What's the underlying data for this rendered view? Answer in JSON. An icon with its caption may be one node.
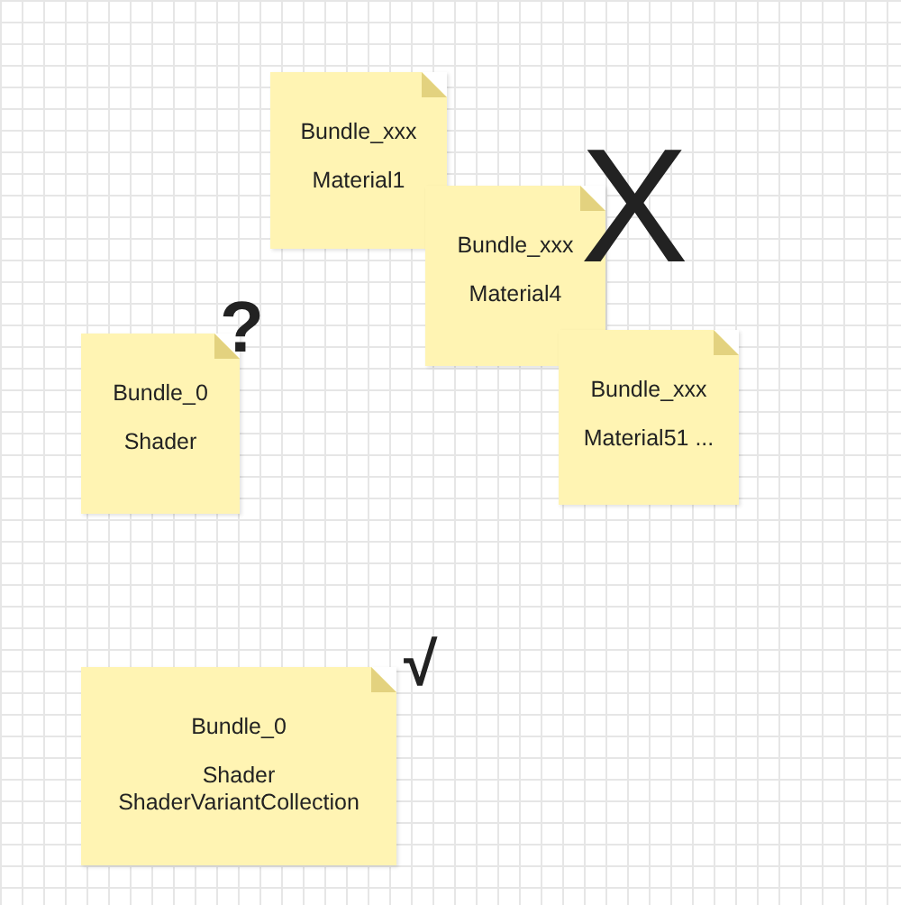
{
  "diagram": {
    "nodes": [
      {
        "text": [
          "Bundle_xxx",
          "Material1"
        ]
      },
      {
        "text": [
          "Bundle_xxx",
          "Material4"
        ]
      },
      {
        "text": [
          "Bundle_xxx",
          "Material51 ..."
        ]
      },
      {
        "text": [
          "Bundle_0",
          "Shader"
        ],
        "beside": [
          "?"
        ]
      },
      {
        "text": [
          "Bundle_0",
          "Shader ShaderVariantCollection"
        ],
        "beside": [
          "√"
        ]
      }
    ],
    "labels": [
      "X"
    ]
  }
}
